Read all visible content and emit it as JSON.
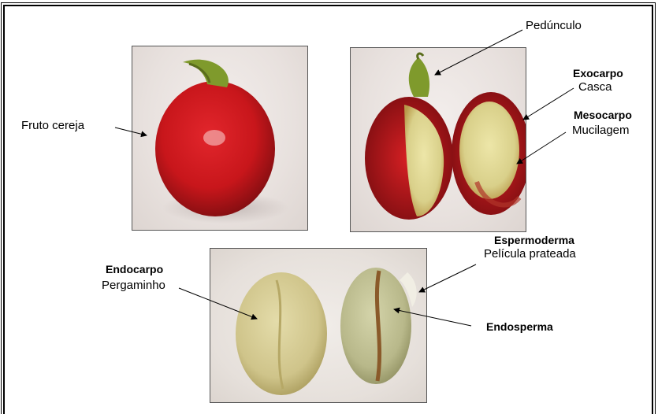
{
  "labels": {
    "fruto_cereja": "Fruto cereja",
    "pedunculo": "Pedúnculo",
    "exocarpo": "Exocarpo",
    "casca": "Casca",
    "mesocarpo": "Mesocarpo",
    "mucilagem": "Mucilagem",
    "endocarpo": "Endocarpo",
    "pergaminho": "Pergaminho",
    "espermoderma": "Espermoderma",
    "pelicula_prateada": "Película prateada",
    "endosperma": "Endosperma"
  },
  "colors": {
    "cherry_red": "#c8161b",
    "cherry_dark": "#7a0d10",
    "stem_green": "#7f9a2c",
    "mucilage_yellow": "#d9d08a",
    "parchment": "#cfc48a",
    "seed_green": "#b8b88a",
    "photo_bg": "#ebe4e1"
  }
}
